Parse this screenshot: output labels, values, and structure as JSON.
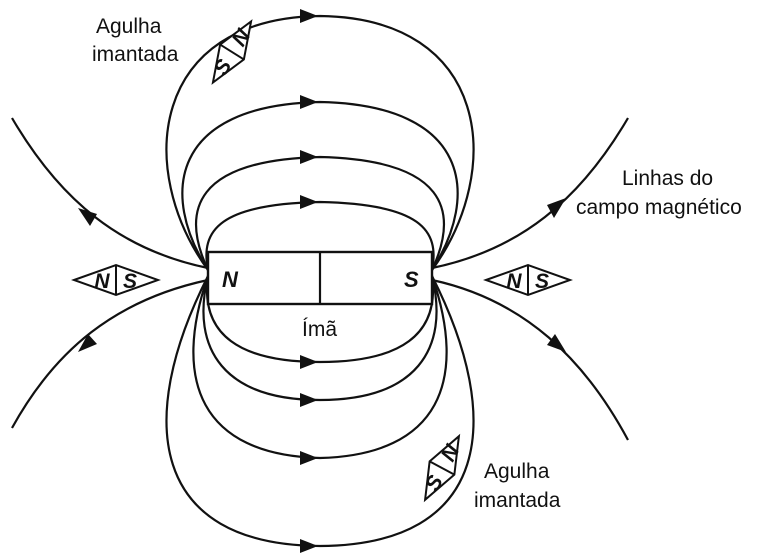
{
  "labels": {
    "needle_top": [
      "Agulha",
      "imantada"
    ],
    "needle_bottom": [
      "Agulha",
      "imantada"
    ],
    "field_lines": [
      "Linhas do",
      "campo magnético"
    ],
    "magnet": "Ímã"
  },
  "magnet": {
    "north": "N",
    "south": "S"
  },
  "needles": {
    "top": {
      "left": "S",
      "right": "N"
    },
    "left": {
      "left": "N",
      "right": "S"
    },
    "right": {
      "left": "N",
      "right": "S"
    },
    "bottom": {
      "left": "S",
      "right": "N"
    }
  },
  "colors": {
    "ink": "#111111",
    "background": "#ffffff"
  }
}
